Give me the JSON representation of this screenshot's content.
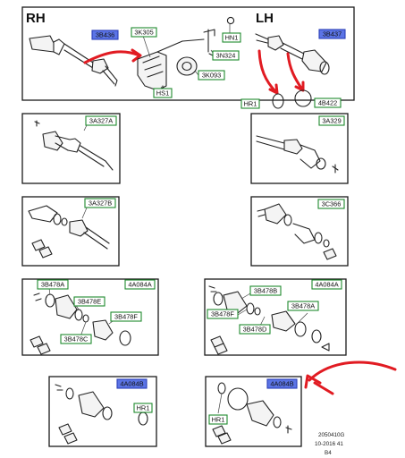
{
  "sides": {
    "right": "RH",
    "left": "LH"
  },
  "colors": {
    "highlight_box_fill": "#5b74e6",
    "highlight_box_stroke": "#2b3fb8",
    "part_box_fill": "#ffffff",
    "part_box_stroke": "#1f8a2e",
    "panel_stroke": "#1a1a1a",
    "arrow": "#e11b22"
  },
  "panels": {
    "top": {
      "shaft_rh": "3B436",
      "bracket": "3K305",
      "nut": "HN1",
      "stud": "3N324",
      "bearing": "3K093",
      "bolt": "HS1",
      "shaft_lh": "3B437",
      "circlip_inner": "HR1",
      "circlip_outer": "4B422"
    },
    "row2": {
      "left": "3A327A",
      "right": "3A329"
    },
    "row3": {
      "left": "3A327B",
      "right": "3C366"
    },
    "row4_left": {
      "kit": "4A084A",
      "boot_top": "3B478A",
      "boot_mid": "3B478E",
      "boot_right": "3B478F",
      "boot_bottom": "3B478C"
    },
    "row4_right": {
      "kit": "4A084A",
      "boot_top": "3B478B",
      "boot_left": "3B478F",
      "boot_mid": "3B478D",
      "boot_right": "3B478A"
    },
    "row5_left": {
      "kit": "4A084B",
      "circlip": "HR1"
    },
    "row5_right": {
      "kit": "4A084B",
      "circlip": "HR1"
    }
  },
  "footer": {
    "ref": "2050410G",
    "date": "10-2016 41",
    "page": "B4"
  }
}
